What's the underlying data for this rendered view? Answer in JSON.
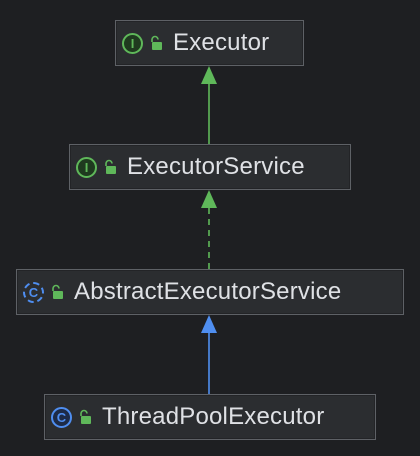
{
  "diagram": {
    "nodes": [
      {
        "id": "executor",
        "label": "Executor",
        "kind": "interface",
        "kind_glyph": "I",
        "visibility_icon": "unlocked-public-icon"
      },
      {
        "id": "executor-service",
        "label": "ExecutorService",
        "kind": "interface",
        "kind_glyph": "I",
        "visibility_icon": "unlocked-public-icon"
      },
      {
        "id": "abstract-executor-service",
        "label": "AbstractExecutorService",
        "kind": "abstract-class",
        "kind_glyph": "C",
        "visibility_icon": "unlocked-public-icon"
      },
      {
        "id": "thread-pool-executor",
        "label": "ThreadPoolExecutor",
        "kind": "class",
        "kind_glyph": "C",
        "visibility_icon": "unlocked-public-icon"
      }
    ],
    "edges": [
      {
        "from": "executor-service",
        "to": "executor",
        "type": "extends",
        "style": "solid",
        "color": "#5fb85a"
      },
      {
        "from": "abstract-executor-service",
        "to": "executor-service",
        "type": "implements",
        "style": "dashed",
        "color": "#5fb85a"
      },
      {
        "from": "thread-pool-executor",
        "to": "abstract-executor-service",
        "type": "extends",
        "style": "solid",
        "color": "#4f8ef0"
      }
    ]
  },
  "colors": {
    "background": "#1e1f22",
    "node_fill": "#2b2d30",
    "node_border": "#5e6166",
    "label": "#dfe1e5",
    "interface_green": "#5fb85a",
    "class_blue": "#4f8ef0"
  }
}
